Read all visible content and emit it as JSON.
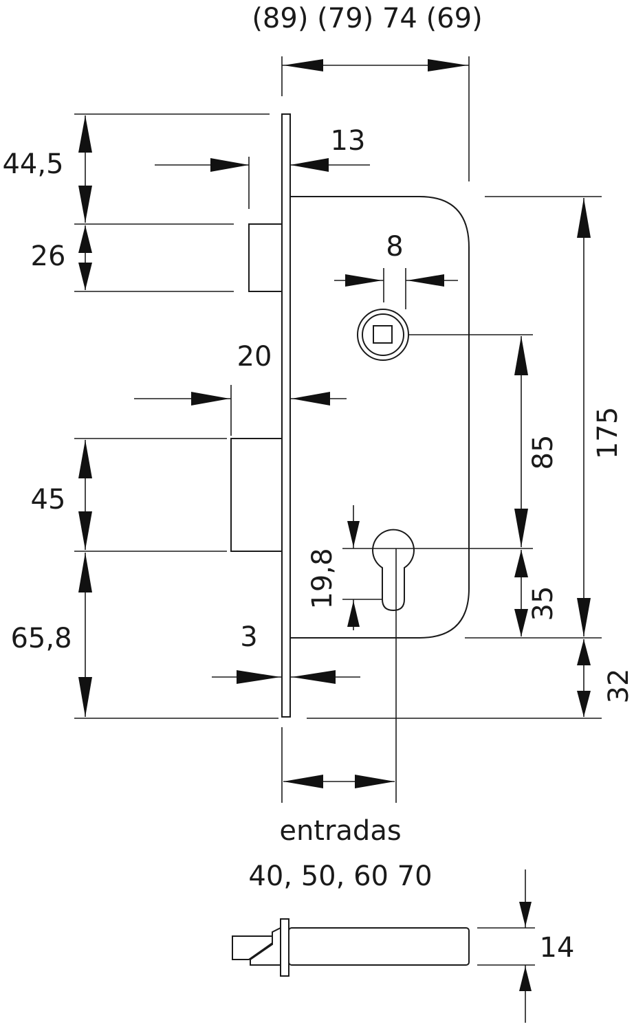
{
  "labels": {
    "backset_series": "(89) (79) 74 (69)",
    "dim_44_5": "44,5",
    "dim_13": "13",
    "dim_26": "26",
    "dim_8": "8",
    "dim_20": "20",
    "dim_45": "45",
    "dim_85": "85",
    "dim_175": "175",
    "dim_19_8": "19,8",
    "dim_35": "35",
    "dim_65_8": "65,8",
    "dim_3": "3",
    "dim_32": "32",
    "entradas_title": "entradas",
    "entradas_values": "40, 50, 60 70",
    "dim_14": "14"
  },
  "style": {
    "line_color": "#1a1a1a",
    "background": "#ffffff"
  }
}
